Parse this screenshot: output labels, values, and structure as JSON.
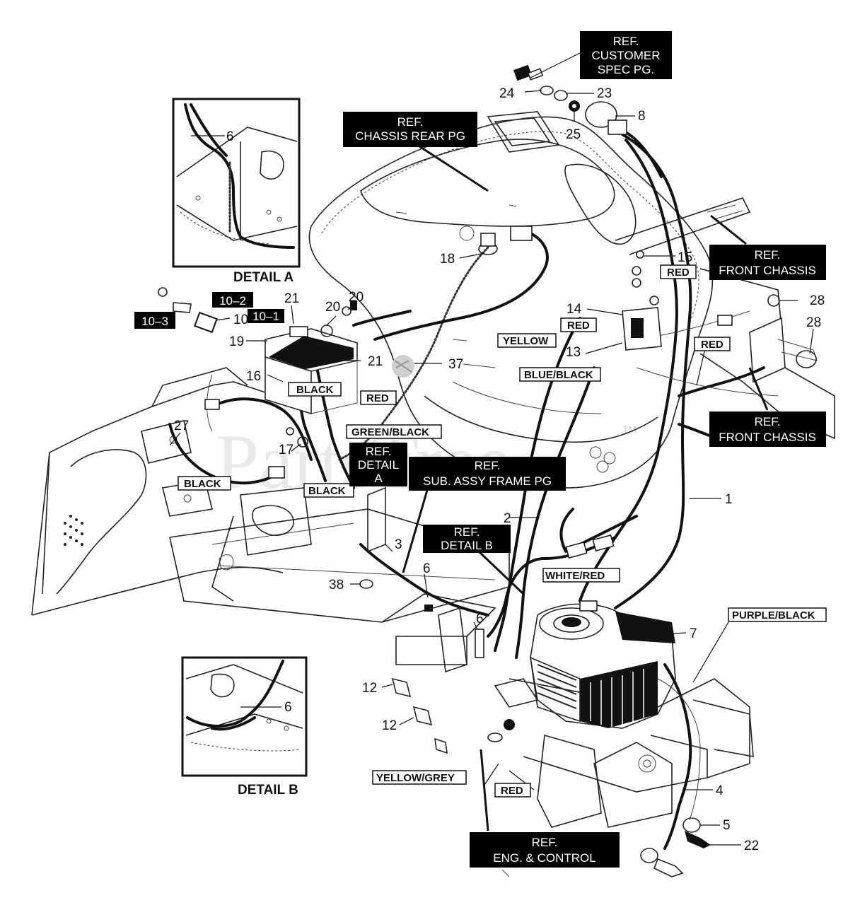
{
  "watermark": {
    "text": "PartsTree",
    "tm": "TM"
  },
  "details": {
    "detail_a": "DETAIL A",
    "detail_b": "DETAIL B"
  },
  "refs": {
    "customer_spec": [
      "REF.",
      "CUSTOMER",
      "SPEC PG."
    ],
    "chassis_rear": [
      "REF.",
      "CHASSIS REAR PG"
    ],
    "front_chassis_1": [
      "REF.",
      "FRONT CHASSIS"
    ],
    "front_chassis_2": [
      "REF.",
      "FRONT CHASSIS"
    ],
    "detail_a_ref": [
      "REF.",
      "DETAIL",
      "A"
    ],
    "sub_assy": [
      "REF.",
      "SUB. ASSY FRAME PG"
    ],
    "detail_b_ref": [
      "REF.",
      "DETAIL B"
    ],
    "eng_control": [
      "REF.",
      "ENG. & CONTROL"
    ]
  },
  "dark_tags": {
    "t10_2": "10–2",
    "t10_1": "10–1",
    "t10_3": "10–3"
  },
  "wire_labels": {
    "red_15": "RED",
    "red_14": "RED",
    "yellow": "YELLOW",
    "red_front": "RED",
    "blue_black": "BLUE/BLACK",
    "black_16": "BLACK",
    "red_37": "RED",
    "green_black": "GREEN/BLACK",
    "black_27": "BLACK",
    "black_17": "BLACK",
    "white_red": "WHITE/RED",
    "purple_black": "PURPLE/BLACK",
    "yellow_grey": "YELLOW/GREY",
    "red_bottom": "RED"
  },
  "callouts": {
    "c6a": "6",
    "c24": "24",
    "c23": "23",
    "c8": "8",
    "c25": "25",
    "c18": "18",
    "c15": "15",
    "c28a": "28",
    "c28b": "28",
    "c14": "14",
    "c13": "13",
    "c21a": "21",
    "c20a": "20",
    "c20b": "20",
    "c10": "10",
    "c19": "19",
    "c21b": "21",
    "c37": "37",
    "c16": "16",
    "c27": "27",
    "c17": "17",
    "c1": "1",
    "c2": "2",
    "c3": "3",
    "c6b": "6",
    "c38": "38",
    "c6c": "6",
    "c7": "7",
    "c12a": "12",
    "c12b": "12",
    "c6d": "6",
    "c4": "4",
    "c5": "5",
    "c22": "22"
  }
}
